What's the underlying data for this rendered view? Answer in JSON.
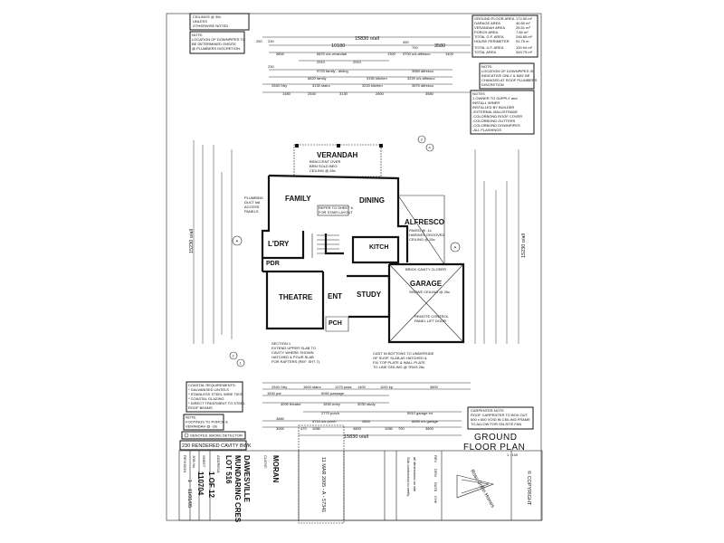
{
  "notes": {
    "ceilings": [
      "CEILINGS @ 30c",
      "UNLESS",
      "OTHERWISE NOTED"
    ],
    "downpipes_note": [
      "NOTE:",
      "LOCATION OF DOWNPIPES TO",
      "BE DETERMINED ONSITE",
      "@ PLUMBERS DISCRETION"
    ],
    "downpipes_note_right": [
      "NOTE:",
      "LOCATION OF DOWNPIPES IS",
      "INDICATIVE ONLY & MAY BE",
      "CHANGED AT ROOF PLUMBERS",
      "DISCRETION"
    ],
    "notes_right": [
      "NOTES",
      "1.OWNER TO SUPPLY and",
      "INSTALL WINER",
      "INSTALLED BY BUILDER",
      "-EXTERNAL BALUSTRADE",
      "-COLORBOND ROOF COVER",
      "-COLORBOND GUTTERS",
      "-COLORBOND DOWNPIPES",
      "-ALL FLASHINGS"
    ],
    "coastal": [
      "COASTAL REQUIREMENTS:",
      "* GALVANISED LINTELS",
      "* STAINLESS STEEL WIRE TIES",
      "* COASTAL GLAZING",
      "* DIRECT TREATMENT TO STEEL",
      "ROOF BEAMS"
    ],
    "footings": [
      "NOTE:",
      "FOOTINGS TO PORCH &",
      "VERANDAH @ -cfo"
    ],
    "smoke": "DENOTES SMOKE DETECTOR",
    "cavity": "230 RENDERED CAVITY BWK",
    "carpenter": [
      "CARPENTER NOTE",
      "ROOF CARPENTER TO BOX OUT",
      "600 x 600 VOID IN CEILING FRAME",
      "TO ALLOW FOR ON-SITE FAN"
    ]
  },
  "areas": [
    {
      "label": "GROUND FLOOR AREA",
      "value": "172.50 m²"
    },
    {
      "label": "GARAGE AREA",
      "value": "40.80 m²"
    },
    {
      "label": "VERANDAH AREA",
      "value": "25.51 m²"
    },
    {
      "label": "PORCH AREA",
      "value": "7.84 m²"
    },
    {
      "label": "TOTAL G.F. AREA",
      "value": "246.65 m²"
    },
    {
      "label": "HOUSE PERIMETER",
      "value": "51.75 m"
    },
    {
      "label": "TOTAL U.F. AREA",
      "value": "100.94 m²"
    },
    {
      "label": "TOTAL AREA",
      "value": "349.79 m²"
    }
  ],
  "dimensions": {
    "overall_top": "15830 o/all",
    "overall_bottom": "15830 o/all",
    "overall_left": "15230 o/all",
    "overall_right": "15230 o/all",
    "top_row1": [
      "250",
      "230",
      "10180",
      "450",
      "700",
      "3580"
    ],
    "top_row2": [
      "3800",
      "6870 o/s verandah",
      "1300",
      "3700 o/s alfresco",
      "1400"
    ],
    "top_row3": [
      "2910",
      "2910"
    ],
    "top_row4": [
      "230",
      "9720 family - dining",
      "3560 alfresco"
    ],
    "top_row5": [
      "6820 family",
      "3150 kitchen",
      "3220 o/s alfresco"
    ],
    "top_row6": [
      "2540 l'dry",
      "3130 stairs",
      "3220 kitchen",
      "3570 alfresco"
    ],
    "top_row7": [
      "1480",
      "2540",
      "3130",
      "2800",
      "3580"
    ],
    "bottom_row1": [
      "2540 l'dry",
      "1800 stairs",
      "1370 pass",
      "1400",
      "1100 kp",
      "3800"
    ],
    "bottom_row2": [
      "1830 pdr",
      "6060 passage"
    ],
    "bottom_row3": [
      "4090 theatre",
      "1830 entry",
      "3030 study"
    ],
    "bottom_row4": [
      "2770 porch",
      "5910 garage int"
    ],
    "bottom_row5": [
      "3880",
      "3710 o/s porch",
      "2800",
      "6690 o/s garage"
    ],
    "bottom_row6": [
      "3000",
      "470",
      "1080",
      "4800",
      "1080",
      "700",
      "3800"
    ]
  },
  "rooms": {
    "verandah": "VERANDAH",
    "family": "FAMILY",
    "dining": "DINING",
    "alfresco": "ALFRESCO",
    "ldry": "L'DRY",
    "pdr": "PDR",
    "kitch": "KITCH",
    "theatre": "THEATRE",
    "ent": "ENT",
    "study": "STUDY",
    "pch": "PCH",
    "garage": "GARAGE"
  },
  "plan_notes": {
    "verandah_note": [
      "BRACCENT OVER",
      "BRM SOLD BEO",
      "CEILING @ 28c"
    ],
    "stair_ref": [
      "REFER TO SHEET 6",
      "FOR STAIR LAYOUT"
    ],
    "plumbing_duct": [
      "PLUMBING",
      "DUCT fall",
      "ACCESS",
      "PANELS"
    ],
    "alfresco_note": [
      "PAVED @ -1c",
      "HARDIES GROOVED",
      "CEILING @ 26c"
    ],
    "garage_note": [
      "BRICK CAVITY CLOSER",
      "SHOWE CEILING @ 26c"
    ],
    "remote": [
      "REMOTE CONTROL",
      "PANEL LIFT DOOR"
    ],
    "section": [
      "SECTION 1",
      "EXTEND UPPER SLAB TO",
      "CAVITY WHERE SHOWN",
      "HATCHED & POUR SLAB",
      "FOR RAFTERS (REF. SHT 7)"
    ],
    "cast_in": [
      "CAST IN BOTTONS TO UNDERSIDE",
      "OF SUSP. SLAB AS HATCHED &",
      "FIX TOP PLATE & WALL PLATE",
      "TO LINE CEILING @ TRAS 26c"
    ],
    "section_markers": [
      "3",
      "4",
      "2",
      "1",
      "A"
    ]
  },
  "title": {
    "heading": [
      "GROUND",
      "FLOOR  PLAN"
    ],
    "scale": "1 : 100",
    "copyright": "© COPYRIGHT",
    "logo": "Ross Griffin Homes",
    "client_label": "CLIENT:",
    "client": "MORAN",
    "address_label": "ADDRESS:",
    "address": [
      "LOT 516",
      "MUNDARING CRES",
      "DAWESVILLE"
    ],
    "sheet_label": "SHEET",
    "sheet": "1 OF 12",
    "job_label": "JOB No",
    "job": "110704",
    "revision_label": "REVISION",
    "revision": "1",
    "date": "11/01/05",
    "rev_headers": [
      "REV",
      "DRN",
      "DATE",
      "CHK"
    ],
    "note": [
      "Sub-contractors to verify",
      "all dimensions on site"
    ],
    "stamp": "11 MAR 2005 - A - 57341"
  }
}
